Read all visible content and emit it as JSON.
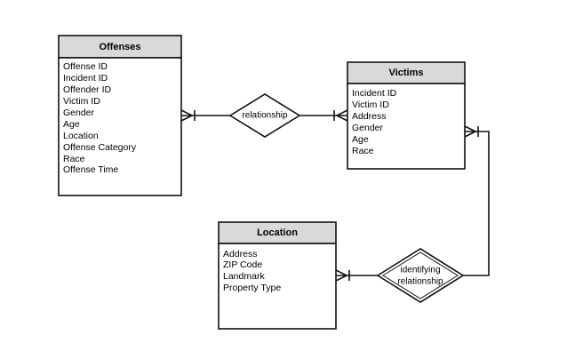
{
  "entities": {
    "offenses": {
      "title": "Offenses",
      "attributes": [
        "Offense ID",
        "Incident ID",
        "Offender ID",
        "Victim ID",
        "Gender",
        "Age",
        "Location",
        "Offense Category",
        "Race",
        "Offense Time"
      ]
    },
    "victims": {
      "title": "Victims",
      "attributes": [
        "Incident ID",
        "Victim ID",
        "Address",
        "Gender",
        "Age",
        "Race"
      ]
    },
    "location": {
      "title": "Location",
      "attributes": [
        "Address",
        "ZIP Code",
        "Landmark",
        "Property Type"
      ]
    }
  },
  "relationships": {
    "offense_victim": {
      "label": "relationship"
    },
    "victim_location": {
      "label_line1": "identifying",
      "label_line2": "relationship"
    }
  }
}
